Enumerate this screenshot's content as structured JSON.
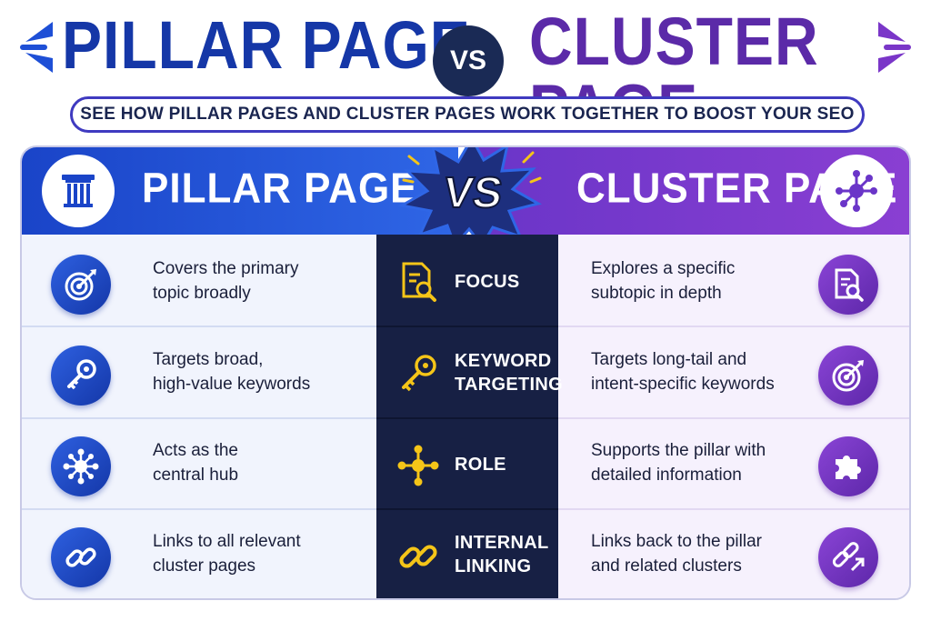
{
  "header": {
    "left_title": "PILLAR PAGE",
    "vs": "VS",
    "right_title": "CLUSTER PAGE",
    "subtitle": "SEE HOW PILLAR PAGES AND CLUSTER PAGES WORK TOGETHER TO BOOST YOUR SEO"
  },
  "card": {
    "left_heading": "PILLAR PAGE",
    "vs": "VS",
    "right_heading": "CLUSTER PAGE",
    "left_icon": "pillar-column-icon",
    "right_icon": "network-nodes-icon"
  },
  "colors": {
    "pillar_blue": "#1537a7",
    "cluster_purple": "#5b2aa8",
    "center_navy": "#172044",
    "accent_yellow": "#f5c518"
  },
  "rows": [
    {
      "pillar_line1": "Covers the primary",
      "pillar_line2": "topic broadly",
      "pillar_icon": "target-icon",
      "criterion_line1": "FOCUS",
      "criterion_line2": "",
      "criterion_icon": "document-search-icon",
      "cluster_line1": "Explores a specific",
      "cluster_line2": "subtopic in depth",
      "cluster_icon": "document-search-icon"
    },
    {
      "pillar_line1": "Targets broad,",
      "pillar_line2": "high-value keywords",
      "pillar_icon": "key-icon",
      "criterion_line1": "KEYWORD",
      "criterion_line2": "TARGETING",
      "criterion_icon": "key-icon",
      "cluster_line1": "Targets long-tail and",
      "cluster_line2": "intent-specific keywords",
      "cluster_icon": "target-icon"
    },
    {
      "pillar_line1": "Acts as the",
      "pillar_line2": "central hub",
      "pillar_icon": "hub-icon",
      "criterion_line1": "ROLE",
      "criterion_line2": "",
      "criterion_icon": "hub-icon",
      "cluster_line1": "Supports the pillar with",
      "cluster_line2": "detailed information",
      "cluster_icon": "puzzle-icon"
    },
    {
      "pillar_line1": "Links to all relevant",
      "pillar_line2": "cluster pages",
      "pillar_icon": "link-icon",
      "criterion_line1": "INTERNAL",
      "criterion_line2": "LINKING",
      "criterion_icon": "link-icon",
      "cluster_line1": "Links back to the pillar",
      "cluster_line2": "and related clusters",
      "cluster_icon": "link-arrow-icon"
    }
  ]
}
